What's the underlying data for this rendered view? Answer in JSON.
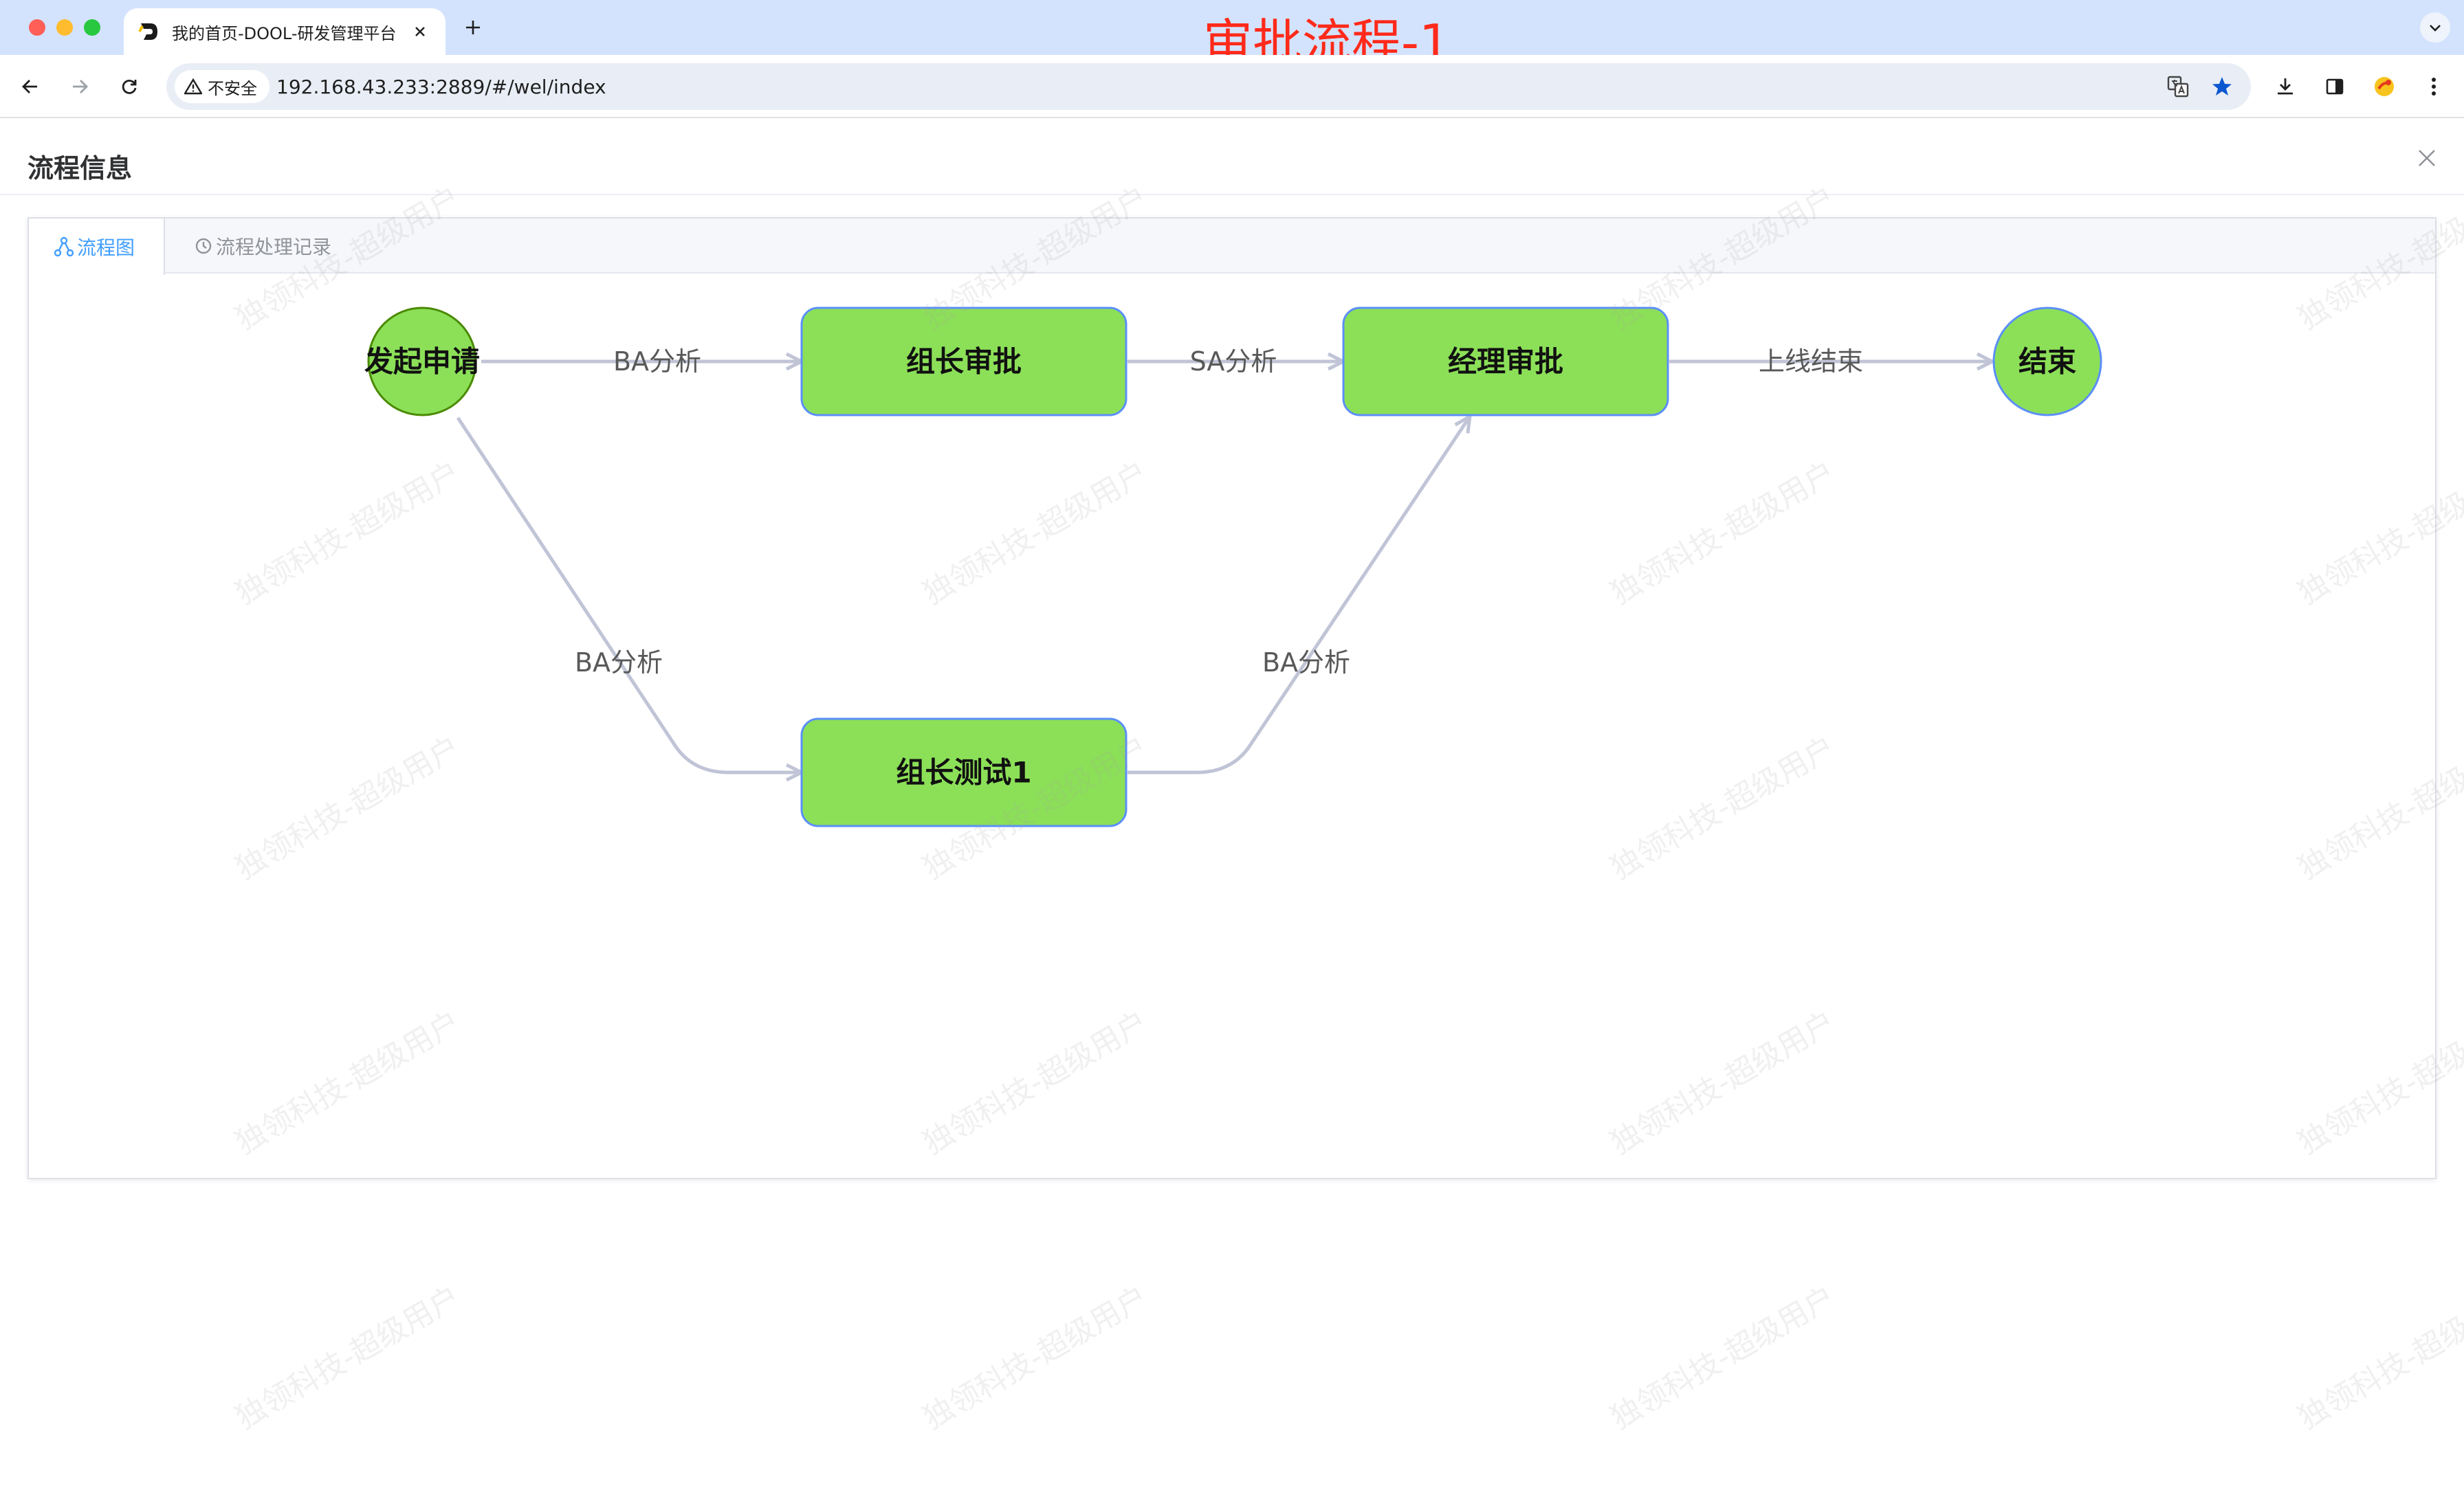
{
  "browser": {
    "tab_title": "我的首页-DOOL-研发管理平台",
    "security_label": "不安全",
    "url": "192.168.43.233:2889/#/wel/index"
  },
  "overlay_title": "审批流程-1",
  "dialog": {
    "title": "流程信息",
    "tabs": [
      {
        "label": "流程图",
        "active": true
      },
      {
        "label": "流程处理记录",
        "active": false
      }
    ]
  },
  "flow": {
    "nodes": {
      "start": "发起申请",
      "leader_approve": "组长审批",
      "manager_approve": "经理审批",
      "end": "结束",
      "leader_test": "组长测试1"
    },
    "edges": {
      "start_to_leader": "BA分析",
      "leader_to_manager": "SA分析",
      "manager_to_end": "上线结束",
      "start_to_test": "BA分析",
      "test_to_manager": "BA分析"
    },
    "colors": {
      "node_fill": "#8ce058",
      "node_border": "#5b8ff9",
      "start_border": "#4a8a00",
      "edge": "#c0c4d6"
    }
  },
  "watermark_text": "独领科技-超级用户"
}
